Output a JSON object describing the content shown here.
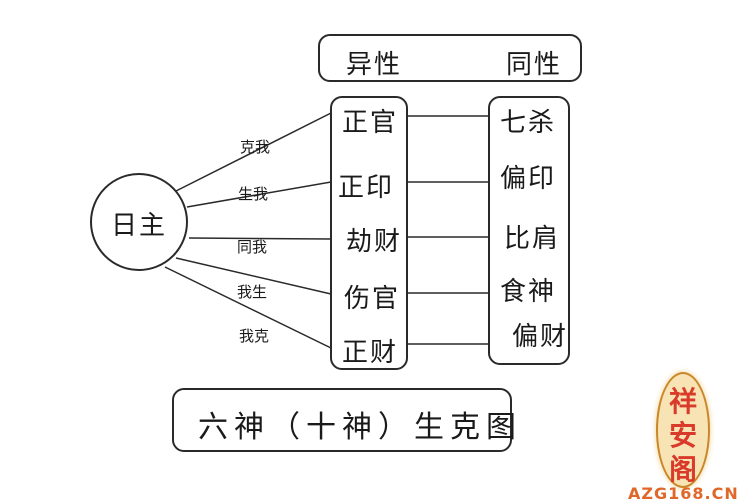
{
  "header": {
    "left_label": "异性",
    "right_label": "同性"
  },
  "center_node": {
    "label": "日主"
  },
  "relations": [
    {
      "label": "克我",
      "left": "正官",
      "right": "七杀"
    },
    {
      "label": "生我",
      "left": "正印",
      "right": "偏印"
    },
    {
      "label": "同我",
      "left": "劫财",
      "right": "比肩"
    },
    {
      "label": "我生",
      "left": "伤官",
      "right": "食神"
    },
    {
      "label": "我克",
      "left": "正财",
      "right": "偏财"
    }
  ],
  "caption": "六神（十神）生克图",
  "seal": {
    "chars": [
      "祥",
      "安",
      "阁"
    ],
    "watermark": "AZG168.CN"
  }
}
